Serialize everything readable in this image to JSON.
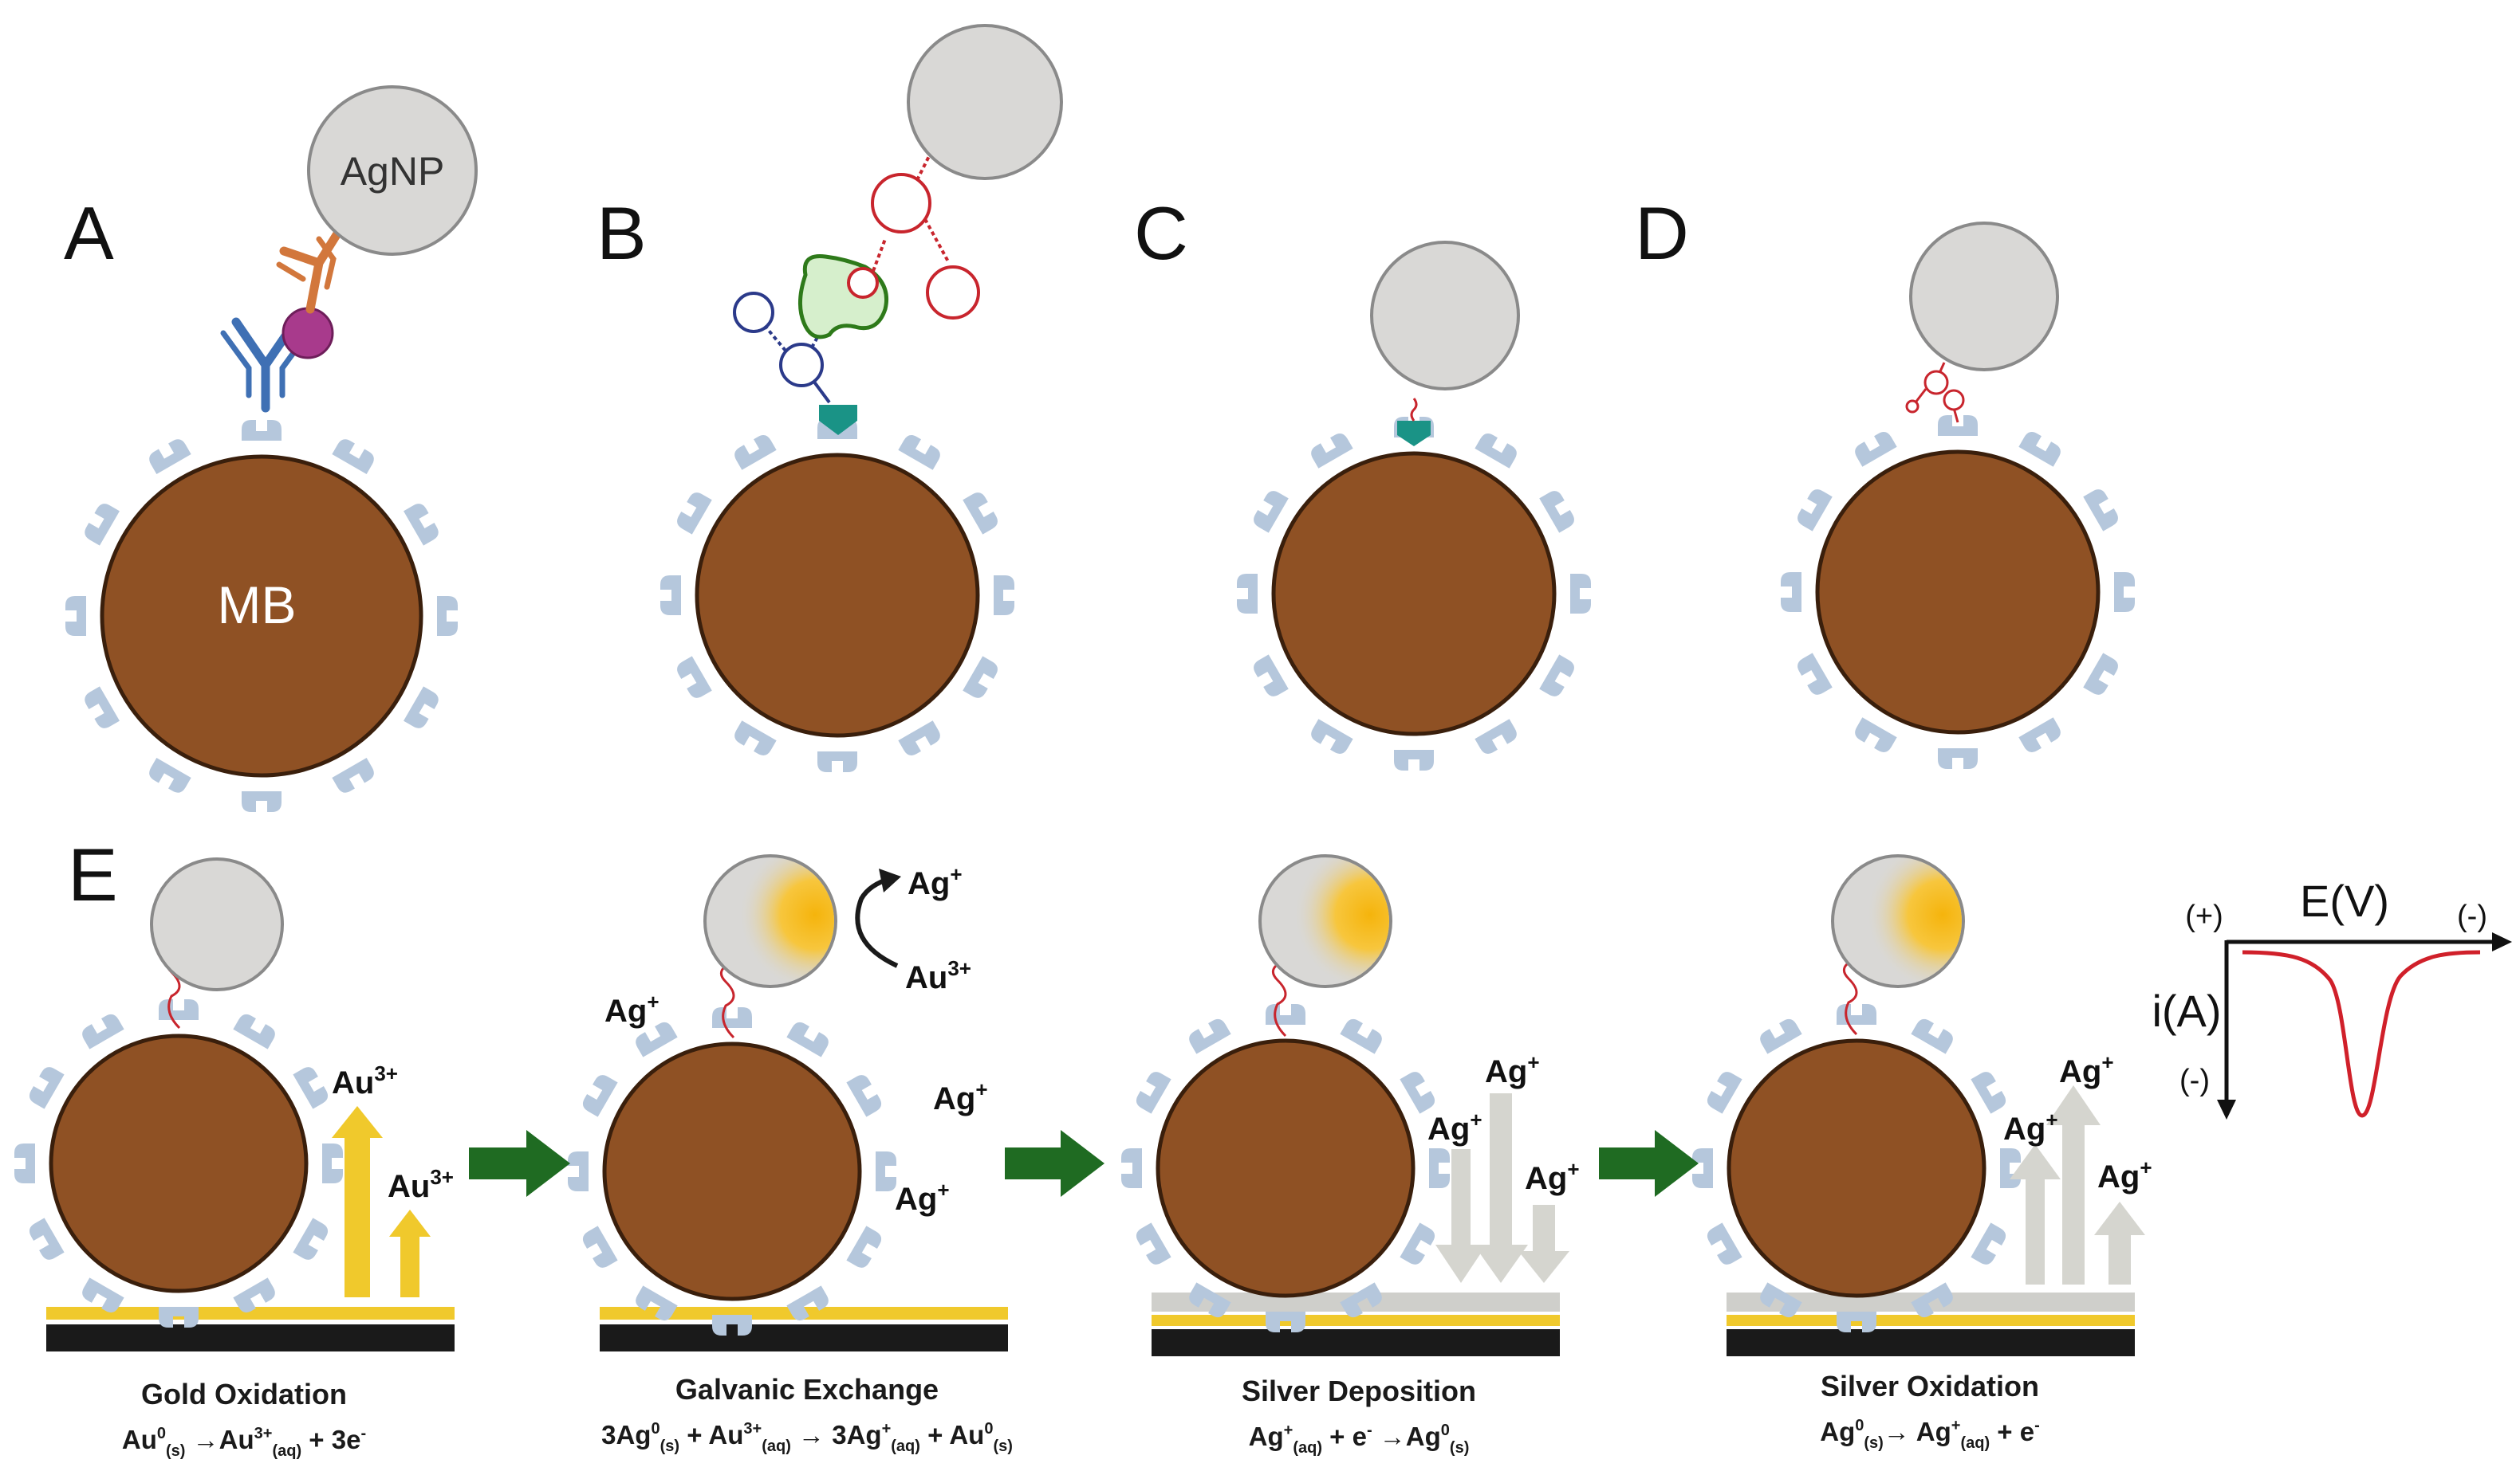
{
  "panel_labels": {
    "a": "A",
    "b": "B",
    "c": "C",
    "d": "D",
    "e": "E"
  },
  "labels": {
    "agnp": "AgNP",
    "mb": "MB"
  },
  "ions": {
    "au3": "Au",
    "au3_sup": "3+",
    "ag": "Ag",
    "ag_sup": "+"
  },
  "steps": [
    {
      "title": "Gold Oxidation",
      "equation": [
        {
          "t": "Au"
        },
        {
          "t": "0",
          "k": "sup"
        },
        {
          "t": "(s)",
          "k": "sub"
        },
        {
          "t": " →Au"
        },
        {
          "t": "3+",
          "k": "sup"
        },
        {
          "t": "(aq)",
          "k": "sub"
        },
        {
          "t": " + 3e"
        },
        {
          "t": "-",
          "k": "sup"
        }
      ]
    },
    {
      "title": "Galvanic Exchange",
      "equation": [
        {
          "t": "3Ag"
        },
        {
          "t": "0",
          "k": "sup"
        },
        {
          "t": "(s)",
          "k": "sub"
        },
        {
          "t": " + Au"
        },
        {
          "t": "3+",
          "k": "sup"
        },
        {
          "t": "(aq)",
          "k": "sub"
        },
        {
          "t": " → 3Ag"
        },
        {
          "t": "+",
          "k": "sup"
        },
        {
          "t": "(aq)",
          "k": "sub"
        },
        {
          "t": " + Au"
        },
        {
          "t": "0",
          "k": "sup"
        },
        {
          "t": "(s)",
          "k": "sub"
        }
      ]
    },
    {
      "title": "Silver Deposition",
      "equation": [
        {
          "t": "Ag"
        },
        {
          "t": "+",
          "k": "sup"
        },
        {
          "t": "(aq)",
          "k": "sub"
        },
        {
          "t": " + e"
        },
        {
          "t": "-",
          "k": "sup"
        },
        {
          "t": " →Ag"
        },
        {
          "t": "0",
          "k": "sup"
        },
        {
          "t": "(s)",
          "k": "sub"
        }
      ]
    },
    {
      "title": "Silver Oxidation",
      "equation": [
        {
          "t": "Ag"
        },
        {
          "t": "0",
          "k": "sup"
        },
        {
          "t": "(s)",
          "k": "sub"
        },
        {
          "t": "→ Ag"
        },
        {
          "t": "+",
          "k": "sup"
        },
        {
          "t": "(aq)",
          "k": "sub"
        },
        {
          "t": " + e"
        },
        {
          "t": "-",
          "k": "sup"
        }
      ]
    }
  ],
  "voltammogram": {
    "x_axis_label": "E(V)",
    "y_axis_label": "i(A)",
    "x_positive": "(+)",
    "x_negative": "(-)",
    "y_negative": "(-)",
    "curve_color": "#d0202a"
  },
  "colors": {
    "bead": "#8f5124",
    "bead_outline": "#3a1f0c",
    "np": "#d9d8d6",
    "receptor": "#b5c7dc",
    "gold": "#f0c92c",
    "electrode": "#1a1a1a",
    "arrow": "#1f6b22",
    "antibody": "#3f70b4",
    "detection_antibody": "#d2773c",
    "antigen": "#a83a8c",
    "aptamer_red": "#c8252d",
    "aptamer_blue": "#2b3a8a",
    "protein_green": "#2e7a1a",
    "teal": "#1a9386"
  }
}
